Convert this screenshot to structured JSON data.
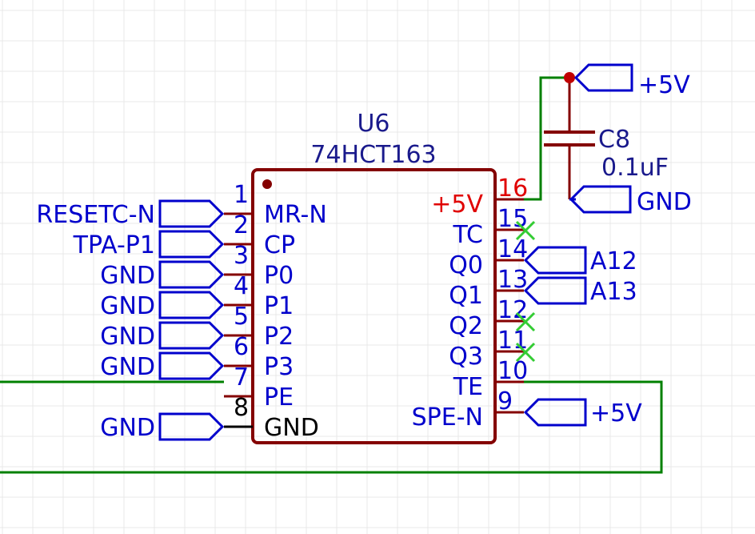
{
  "colors": {
    "background": "#ffffff",
    "grid": "#e8e8e8",
    "body_outline": "#840000",
    "pin_line": "#840000",
    "wire": "#008000",
    "label_blue": "#0000cc",
    "pin_red": "#e00000",
    "junction": "#c00000",
    "no_connect": "#33cc33",
    "pin_black": "#000000"
  },
  "component": {
    "reference": "U6",
    "value": "74HCT163",
    "left_pins": [
      {
        "number": "1",
        "name": "MR-N",
        "net": "RESETC-N"
      },
      {
        "number": "2",
        "name": "CP",
        "net": "TPA-P1"
      },
      {
        "number": "3",
        "name": "P0",
        "net": "GND"
      },
      {
        "number": "4",
        "name": "P1",
        "net": "GND"
      },
      {
        "number": "5",
        "name": "P2",
        "net": "GND"
      },
      {
        "number": "6",
        "name": "P3",
        "net": "GND"
      },
      {
        "number": "7",
        "name": "PE",
        "net": ""
      },
      {
        "number": "8",
        "name": "GND",
        "net": "GND"
      }
    ],
    "right_pins": [
      {
        "number": "16",
        "name": "+5V",
        "net": ""
      },
      {
        "number": "15",
        "name": "TC",
        "net": ""
      },
      {
        "number": "14",
        "name": "Q0",
        "net": "A12"
      },
      {
        "number": "13",
        "name": "Q1",
        "net": "A13"
      },
      {
        "number": "12",
        "name": "Q2",
        "net": ""
      },
      {
        "number": "11",
        "name": "Q3",
        "net": ""
      },
      {
        "number": "10",
        "name": "TE",
        "net": ""
      },
      {
        "number": "9",
        "name": "SPE-N",
        "net": "+5V"
      }
    ]
  },
  "capacitor": {
    "reference": "C8",
    "value": "0.1uF",
    "top_net": "+5V",
    "bottom_net": "GND"
  }
}
